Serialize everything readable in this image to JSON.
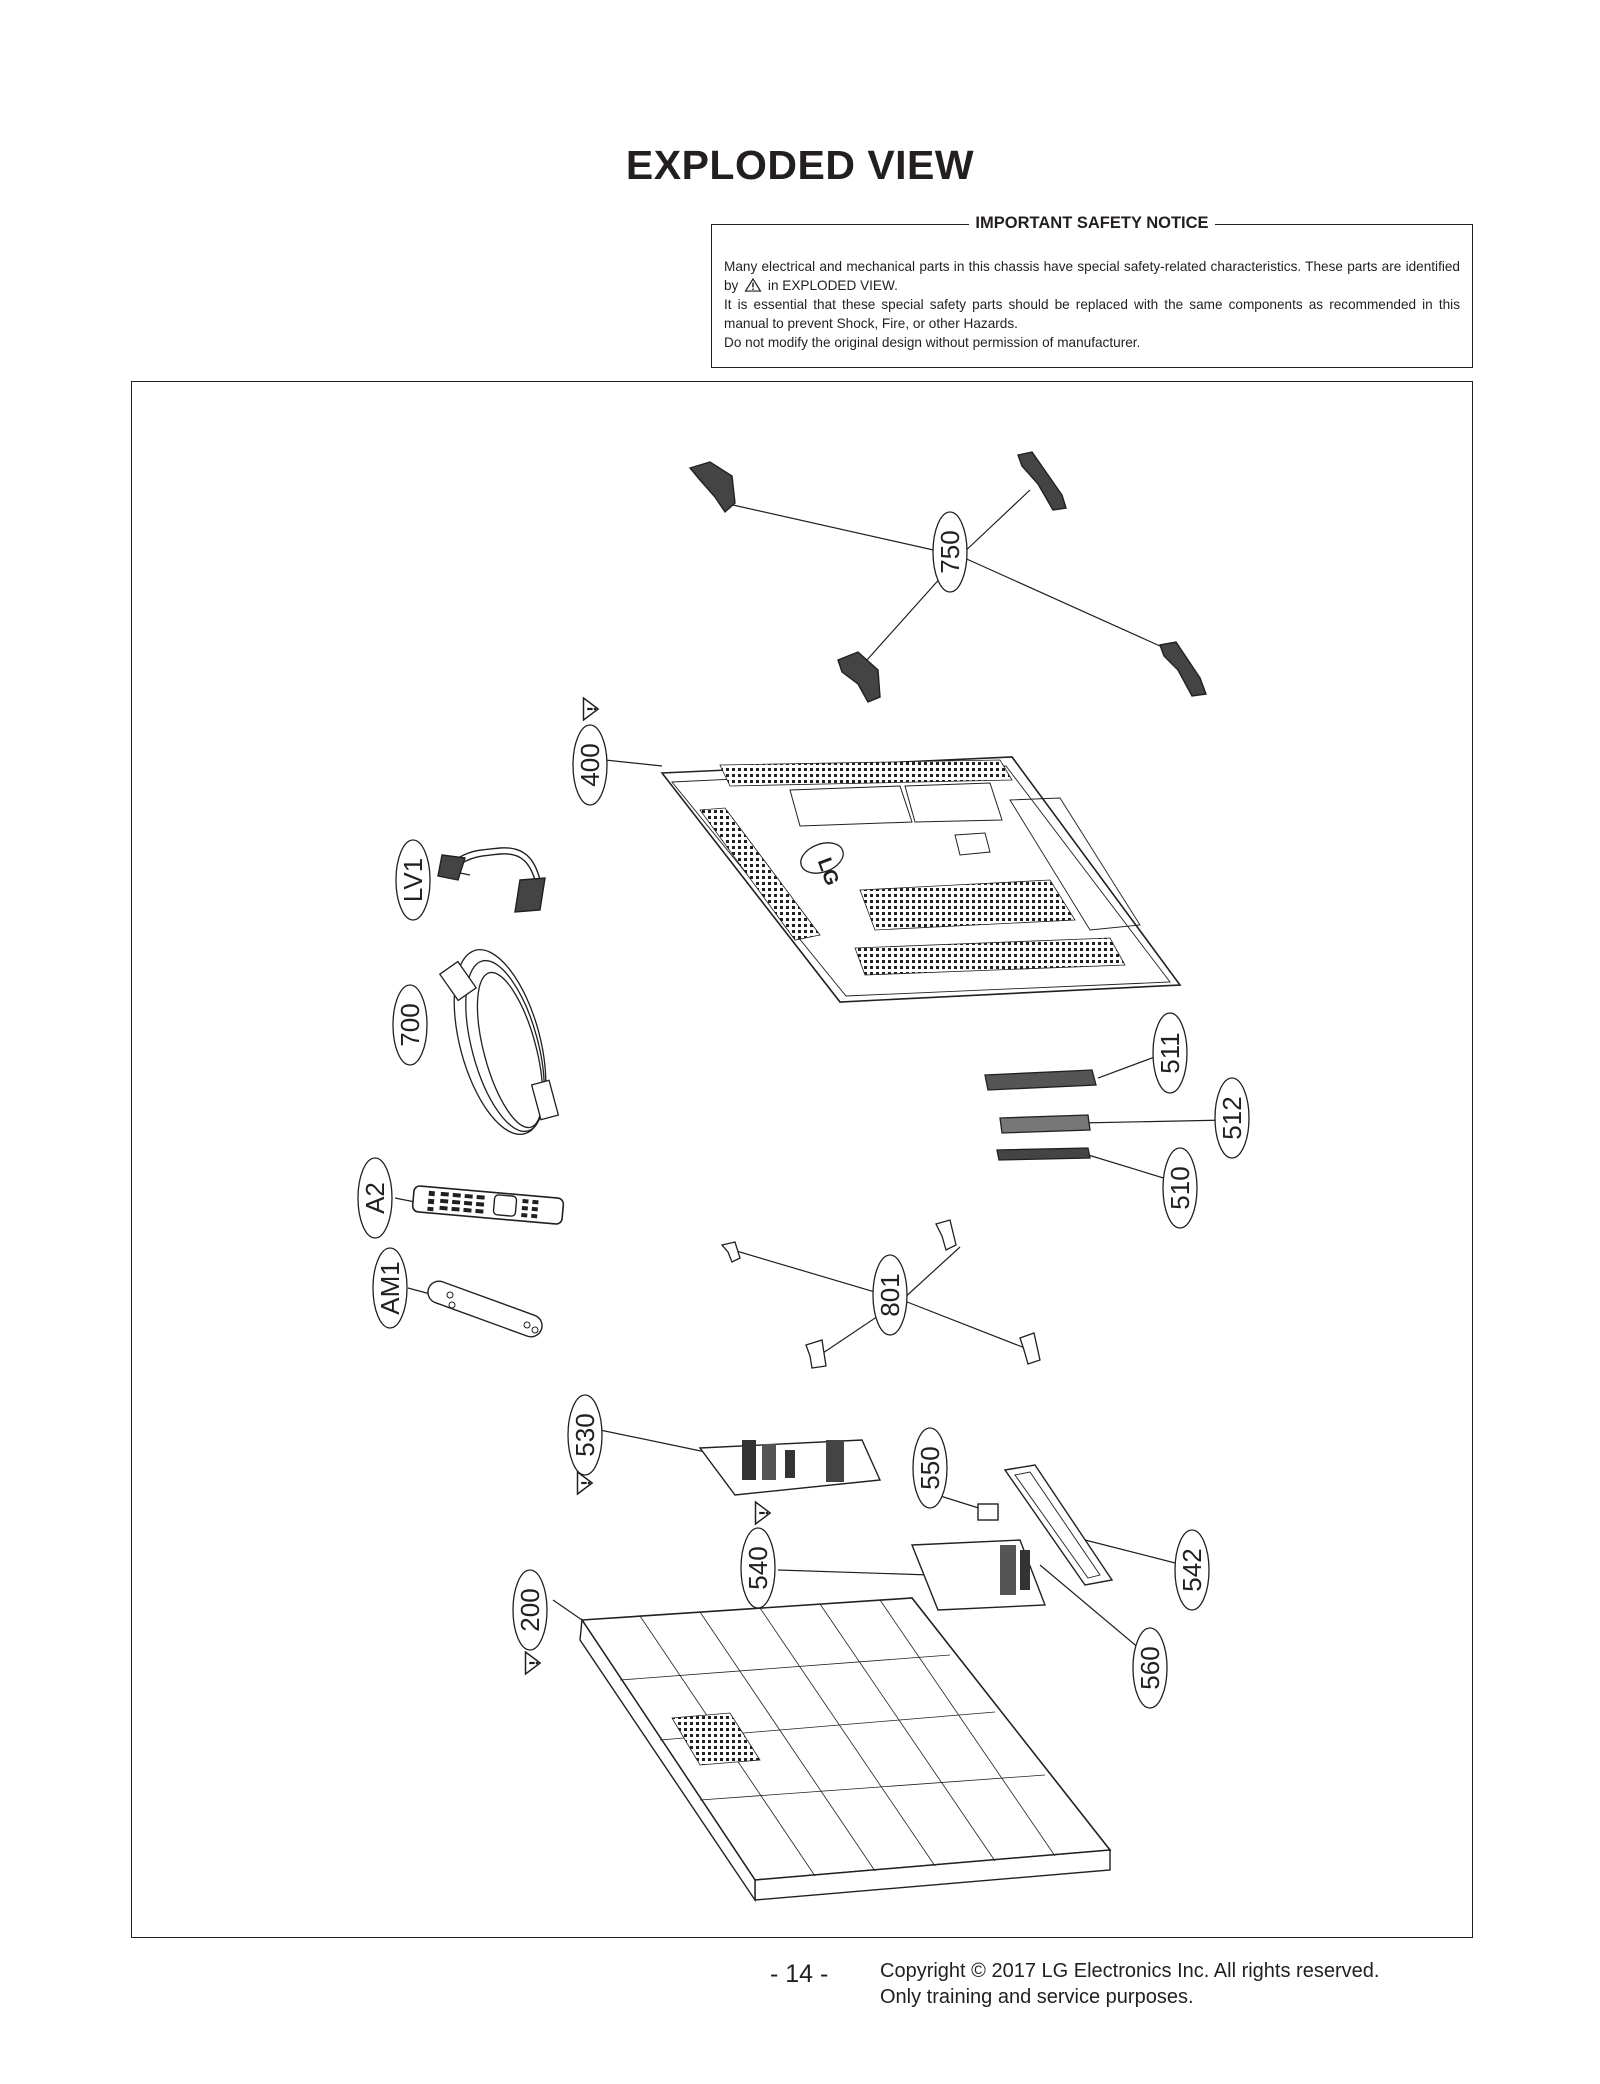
{
  "page": {
    "title": "EXPLODED VIEW",
    "page_number": "- 14 -",
    "copyright_line1": "Copyright © 2017 LG Electronics Inc. All rights reserved.",
    "copyright_line2": "Only training and service purposes."
  },
  "safety_notice": {
    "heading": "IMPORTANT SAFETY NOTICE",
    "line1_a": "Many electrical and mechanical parts in this chassis have special safety-related characteristics. These parts are identified by",
    "line1_b": "in EXPLODED VIEW.",
    "line2": "It is essential that these special safety parts should be replaced with the same components as recommended in this manual to prevent Shock, Fire, or other Hazards.",
    "line3": "Do not modify the original design without permission of manufacturer."
  },
  "parts": {
    "p750": "750",
    "p400": "400",
    "pLV1": "LV1",
    "p700": "700",
    "p511": "511",
    "p512": "512",
    "p510": "510",
    "pA2": "A2",
    "pAM1": "AM1",
    "p801": "801",
    "p530": "530",
    "p550": "550",
    "p540": "540",
    "p542": "542",
    "p200": "200",
    "p560": "560"
  },
  "logo_text": "LG"
}
